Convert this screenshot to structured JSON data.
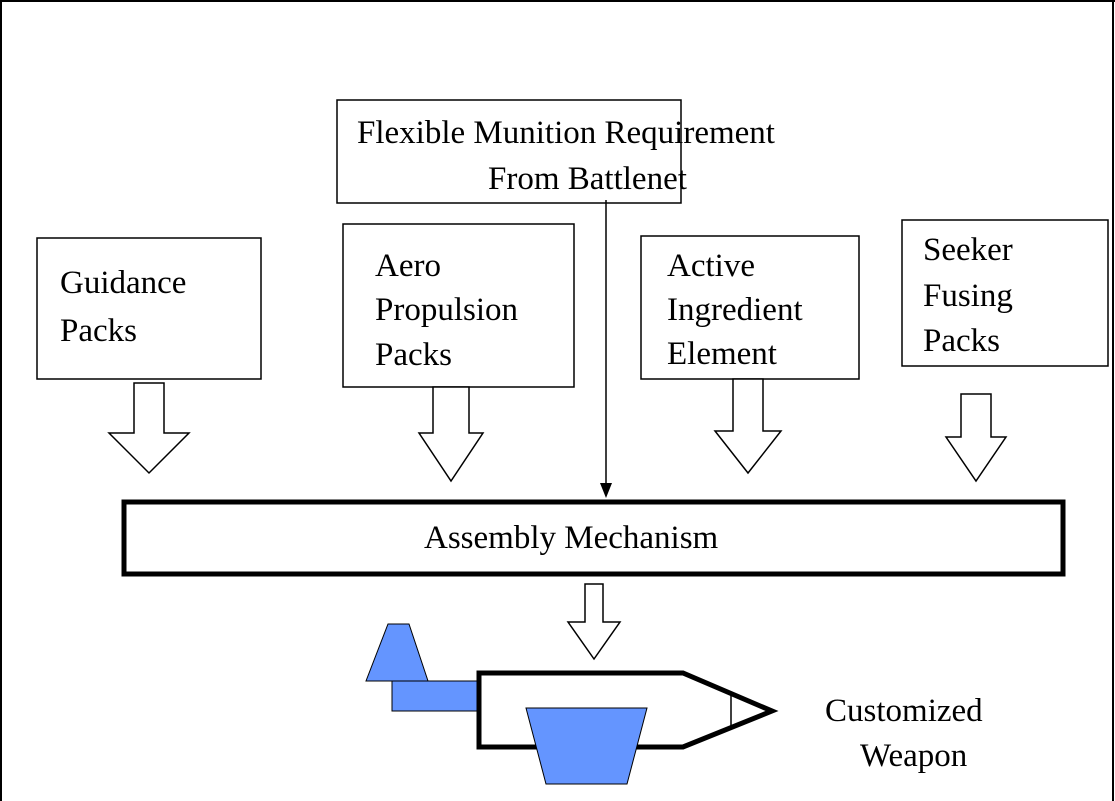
{
  "requirement": {
    "line1": "Flexible Munition Requirement",
    "line2": "From Battlenet"
  },
  "packs": [
    {
      "lines": [
        "Guidance",
        "Packs"
      ]
    },
    {
      "lines": [
        "Aero",
        "Propulsion",
        "Packs"
      ]
    },
    {
      "lines": [
        "Active",
        "Ingredient",
        "Element"
      ]
    },
    {
      "lines": [
        "Seeker",
        "Fusing",
        "Packs"
      ]
    }
  ],
  "assembly": {
    "label": "Assembly Mechanism"
  },
  "output": {
    "line1": "Customized",
    "line2": "Weapon"
  },
  "colors": {
    "weapon_part": "#6495ff",
    "stroke": "#000000",
    "background": "#ffffff"
  }
}
